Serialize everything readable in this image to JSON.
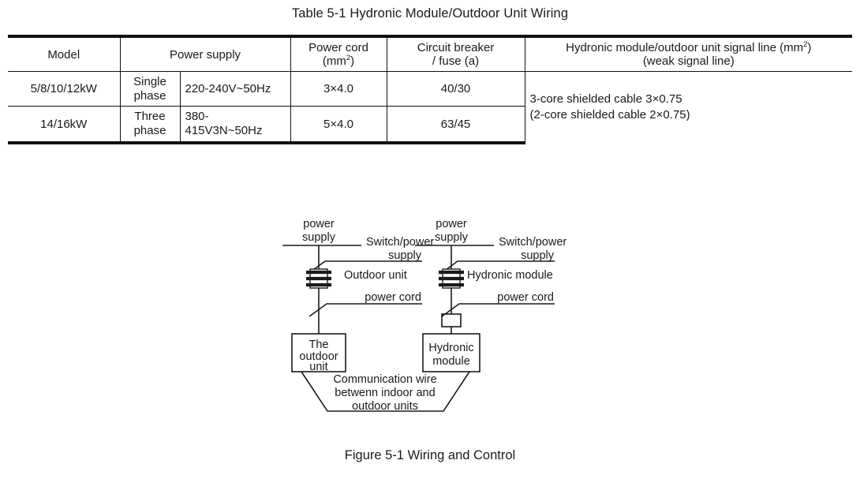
{
  "table": {
    "caption": "Table 5-1 Hydronic Module/Outdoor Unit Wiring",
    "headers": {
      "model": "Model",
      "power_supply": "Power supply",
      "power_cord_line1": "Power cord",
      "power_cord_line2": "(mm",
      "power_cord_sup": "2",
      "power_cord_line2_end": ")",
      "circuit_breaker_line1": "Circuit breaker",
      "circuit_breaker_line2": "/ fuse (a)",
      "signal_line1_a": "Hydronic module/outdoor unit signal line (mm",
      "signal_line1_sup": "2",
      "signal_line1_b": ")",
      "signal_line2": "(weak signal line)"
    },
    "rows": [
      {
        "model": "5/8/10/12kW",
        "phase": "Single phase",
        "voltage": "220-240V~50Hz",
        "power_cord": "3×4.0",
        "circuit_breaker": "40/30"
      },
      {
        "model": "14/16kW",
        "phase": "Three phase",
        "voltage": "380-415V3N~50Hz",
        "power_cord": "5×4.0",
        "circuit_breaker": "63/45"
      }
    ],
    "signal_cell_line1": "3-core shielded cable 3×0.75",
    "signal_cell_line2": "(2-core shielded cable 2×0.75)"
  },
  "figure": {
    "caption": "Figure 5-1 Wiring and Control",
    "left_branch": {
      "power_supply_line1": "power",
      "power_supply_line2": "supply",
      "switch_label_line1": "Switch/power",
      "switch_label_line2": "supply",
      "cord_label_line1": "Outdoor unit",
      "cord_label_line2": "power cord",
      "unit_box_line1": "The",
      "unit_box_line2": "outdoor",
      "unit_box_line3": "unit"
    },
    "right_branch": {
      "power_supply_line1": "power",
      "power_supply_line2": "supply",
      "switch_label_line1": "Switch/power",
      "switch_label_line2": "supply",
      "cord_label_line1": "Hydronic module",
      "cord_label_line2": "power cord",
      "unit_box_line1": "Hydronic",
      "unit_box_line2": "module"
    },
    "communication_label_line1": "Communication wire",
    "communication_label_line2": "betwenn indoor and",
    "communication_label_line3": "outdoor units"
  },
  "colors": {
    "ink": "#1a1a1a",
    "rule": "#111111",
    "page": "#ffffff"
  }
}
